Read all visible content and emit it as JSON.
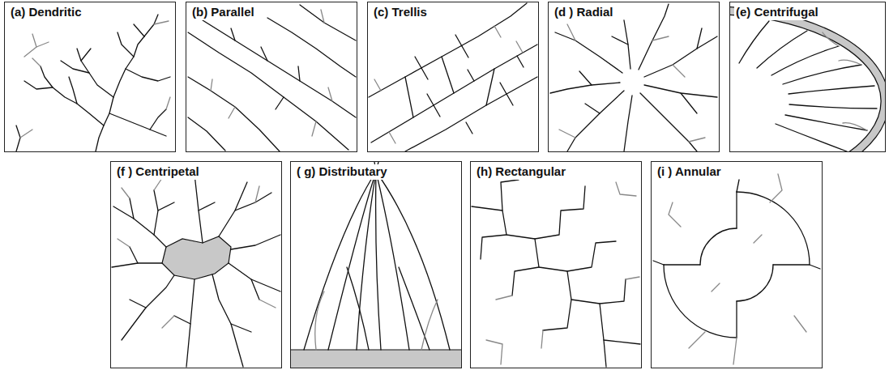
{
  "diagram": {
    "nodes": [
      {
        "text": [
          "(a) Dendritic"
        ]
      },
      {
        "text": [
          "(b) Parallel"
        ]
      },
      {
        "text": [
          "(c) Trellis"
        ]
      },
      {
        "text": [
          "(d ) Radial"
        ]
      },
      {
        "text": [
          "(e) Centrifugal"
        ]
      },
      {
        "text": [
          "(f ) Centripetal"
        ]
      },
      {
        "text": [
          "( g) Distributary"
        ]
      },
      {
        "text": [
          "(h) Rectangular"
        ]
      },
      {
        "text": [
          "(i ) Annular"
        ]
      }
    ]
  }
}
